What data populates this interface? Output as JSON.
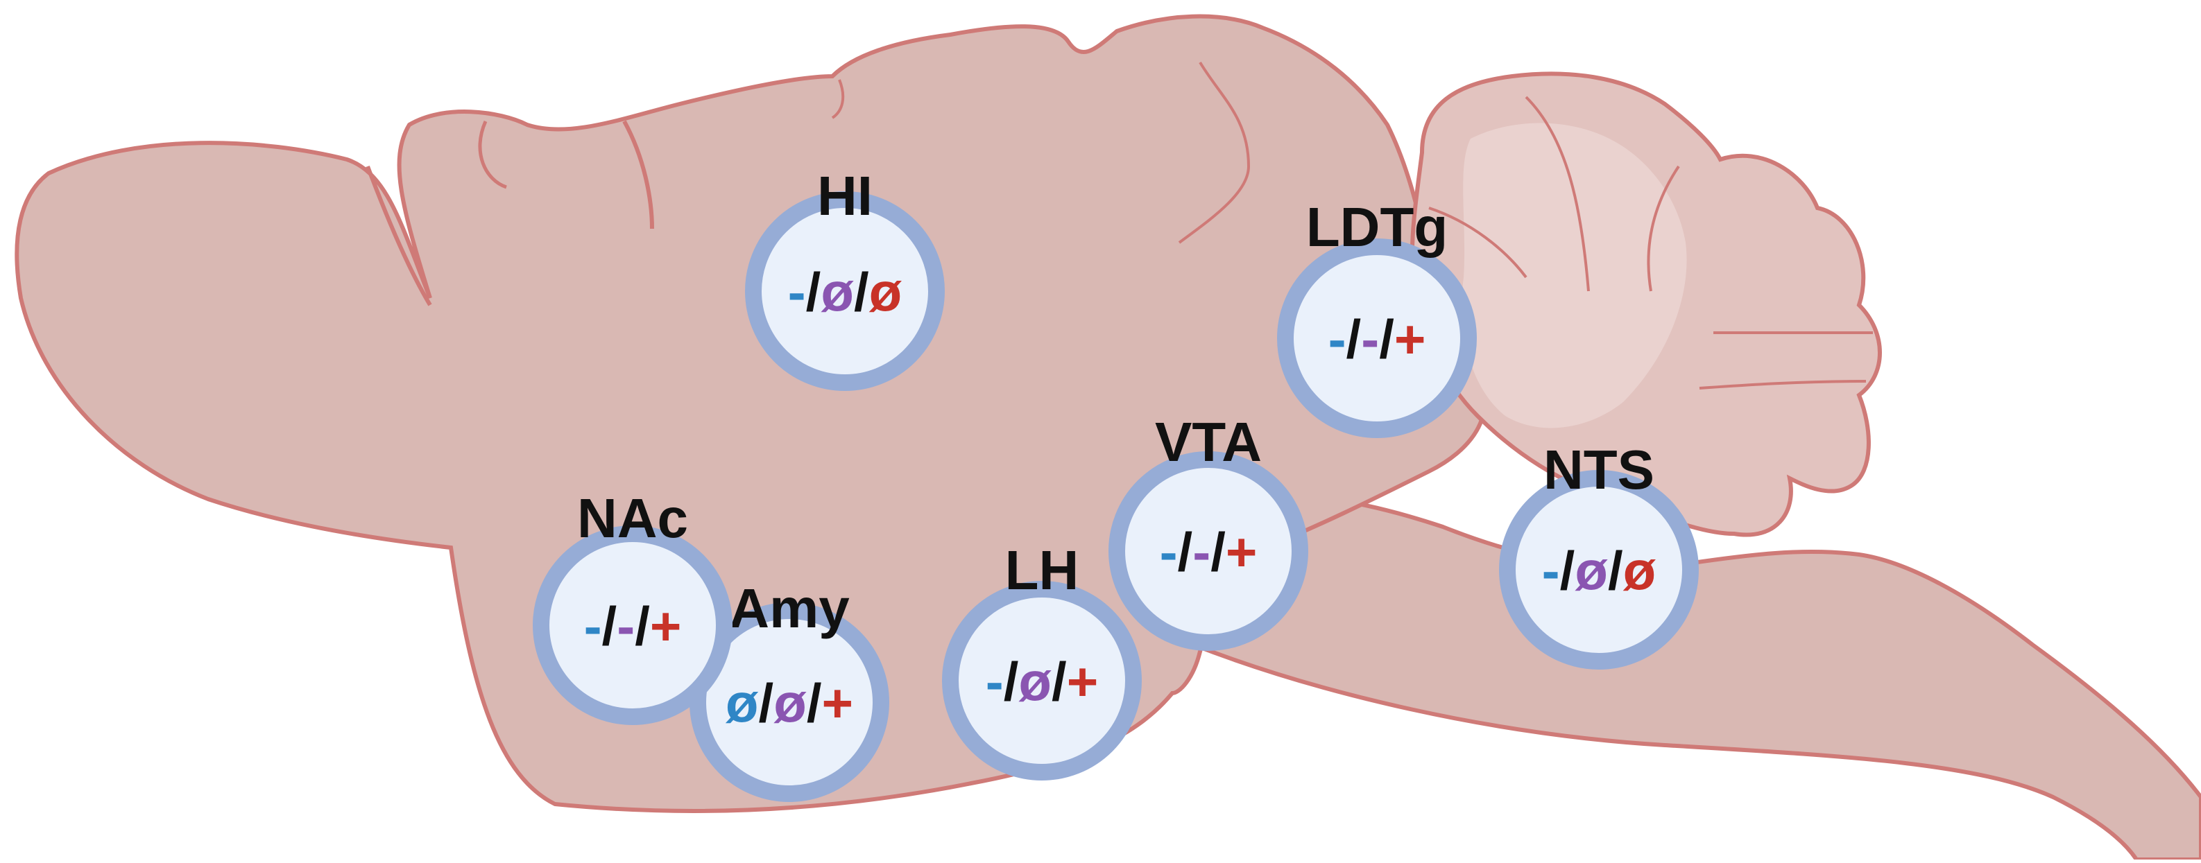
{
  "colors": {
    "background": "#ffffff",
    "brain_fill": "#d9b8b3",
    "brain_outline": "#cf7a77",
    "cerebellum_fill": "#e2c3bf",
    "cerebellum_inner": "#ead2cf",
    "ring": "#96acd6",
    "circle_fill": "#eaf1fb",
    "label": "#111111",
    "slash": "#111111",
    "sym_blue": "#2f86c6",
    "sym_purple": "#8a55b1",
    "sym_red": "#c83228"
  },
  "regions": [
    {
      "id": "hi",
      "name": "HI",
      "symbols": [
        {
          "text": "-",
          "tone": "blue"
        },
        {
          "text": "ø",
          "tone": "purple"
        },
        {
          "text": "ø",
          "tone": "red"
        }
      ]
    },
    {
      "id": "ldtg",
      "name": "LDTg",
      "symbols": [
        {
          "text": "-",
          "tone": "blue"
        },
        {
          "text": "-",
          "tone": "purple"
        },
        {
          "text": "+",
          "tone": "red"
        }
      ]
    },
    {
      "id": "vta",
      "name": "VTA",
      "symbols": [
        {
          "text": "-",
          "tone": "blue"
        },
        {
          "text": "-",
          "tone": "purple"
        },
        {
          "text": "+",
          "tone": "red"
        }
      ]
    },
    {
      "id": "nts",
      "name": "NTS",
      "symbols": [
        {
          "text": "-",
          "tone": "blue"
        },
        {
          "text": "ø",
          "tone": "purple"
        },
        {
          "text": "ø",
          "tone": "red"
        }
      ]
    },
    {
      "id": "nac",
      "name": "NAc",
      "symbols": [
        {
          "text": "-",
          "tone": "blue"
        },
        {
          "text": "-",
          "tone": "purple"
        },
        {
          "text": "+",
          "tone": "red"
        }
      ]
    },
    {
      "id": "amy",
      "name": "Amy",
      "symbols": [
        {
          "text": "ø",
          "tone": "blue"
        },
        {
          "text": "ø",
          "tone": "purple"
        },
        {
          "text": "+",
          "tone": "red"
        }
      ]
    },
    {
      "id": "lh",
      "name": "LH",
      "symbols": [
        {
          "text": "-",
          "tone": "blue"
        },
        {
          "text": "ø",
          "tone": "purple"
        },
        {
          "text": "+",
          "tone": "red"
        }
      ]
    }
  ],
  "separator": "/"
}
